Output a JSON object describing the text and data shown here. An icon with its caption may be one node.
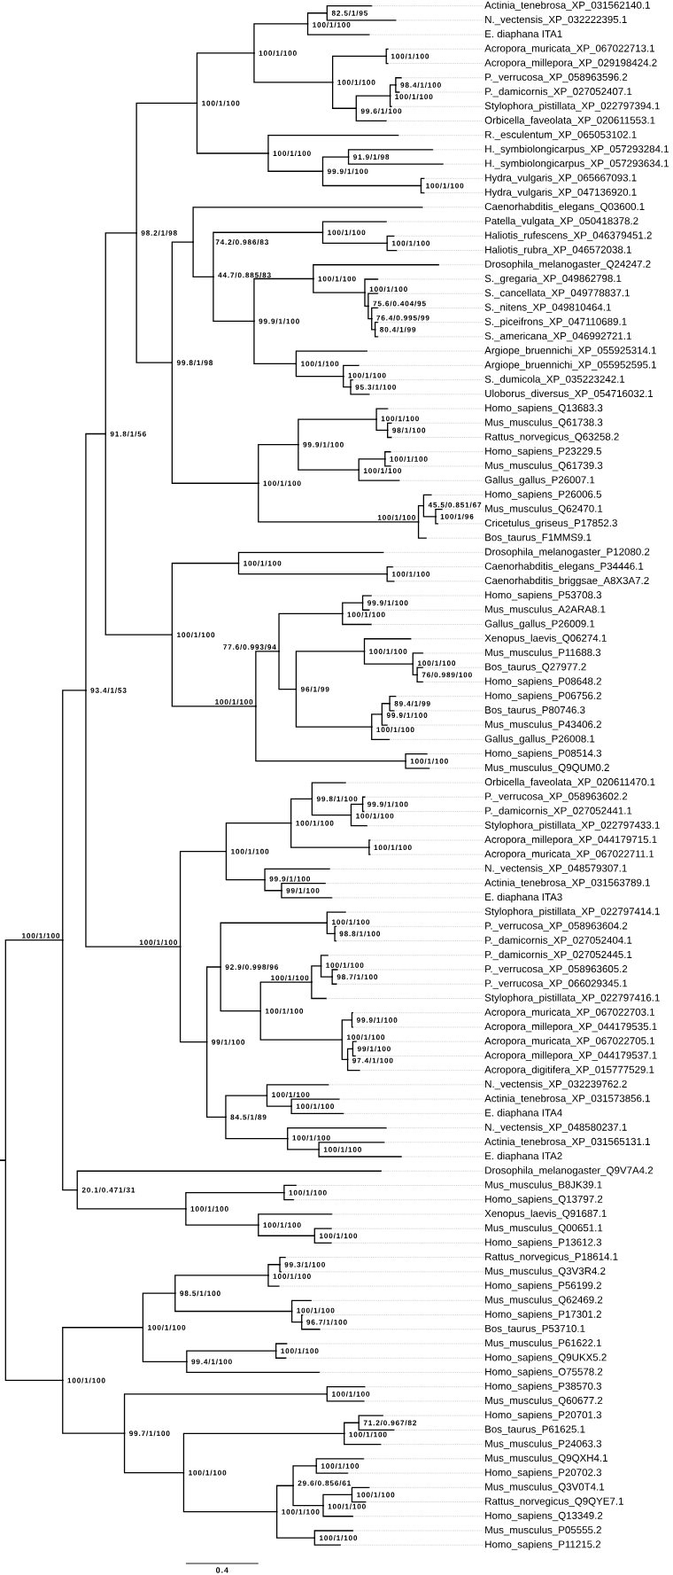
{
  "diagram": {
    "nodes": [
      {
        "text": [
          "Actinia_tenebrosa_XP_031562140.1"
        ]
      },
      {
        "text": [
          "82.5/1/95"
        ]
      },
      {
        "text": [
          "N._vectensis_XP_032222395.1"
        ]
      },
      {
        "text": [
          "100/1/100"
        ]
      },
      {
        "text": [
          "E. diaphana ITA1"
        ]
      },
      {
        "text": [
          "100/1/100"
        ]
      },
      {
        "text": [
          "Acropora_muricata_XP_067022713.1"
        ]
      },
      {
        "text": [
          "100/1/100"
        ]
      },
      {
        "text": [
          "Acropora_millepora_XP_029198424.2"
        ]
      },
      {
        "text": [
          "100/1/100"
        ]
      },
      {
        "text": [
          "P._verrucosa_XP_058963596.2"
        ]
      },
      {
        "text": [
          "98.4/1/100"
        ]
      },
      {
        "text": [
          "P._damicornis_XP_027052407.1"
        ]
      },
      {
        "text": [
          "100/1/100"
        ]
      },
      {
        "text": [
          "Stylophora_pistillata_XP_022797394.1"
        ]
      },
      {
        "text": [
          "99.6/1/100"
        ]
      },
      {
        "text": [
          "Orbicella_faveolata_XP_020611553.1"
        ]
      },
      {
        "text": [
          "100/1/100"
        ]
      },
      {
        "text": [
          "R._esculentum_XP_065053102.1"
        ]
      },
      {
        "text": [
          "100/1/100"
        ]
      },
      {
        "text": [
          "H._symbiolongicarpus_XP_057293284.1"
        ]
      },
      {
        "text": [
          "91.9/1/98"
        ]
      },
      {
        "text": [
          "H._symbiolongicarpus_XP_057293634.1"
        ]
      },
      {
        "text": [
          "99.9/1/100"
        ]
      },
      {
        "text": [
          "Hydra_vulgaris_XP_065667093.1"
        ]
      },
      {
        "text": [
          "100/1/100"
        ]
      },
      {
        "text": [
          "Hydra_vulgaris_XP_047136920.1"
        ]
      },
      {
        "text": [
          "98.2/1/98"
        ]
      },
      {
        "text": [
          "Caenorhabditis_elegans_Q03600.1"
        ]
      },
      {
        "text": [
          "74.2/0.986/83"
        ]
      },
      {
        "text": [
          "Patella_vulgata_XP_050418378.2"
        ]
      },
      {
        "text": [
          "100/1/100"
        ]
      },
      {
        "text": [
          "Haliotis_rufescens_XP_046379451.2"
        ]
      },
      {
        "text": [
          "100/1/100"
        ]
      },
      {
        "text": [
          "Haliotis_rubra_XP_046572038.1"
        ]
      },
      {
        "text": [
          "44.7/0.885/83"
        ]
      },
      {
        "text": [
          "Drosophila_melanogaster_Q24247.2"
        ]
      },
      {
        "text": [
          "100/1/100"
        ]
      },
      {
        "text": [
          "S._gregaria_XP_049862798.1"
        ]
      },
      {
        "text": [
          "100/1/100"
        ]
      },
      {
        "text": [
          "S._cancellata_XP_049778837.1"
        ]
      },
      {
        "text": [
          "75.6/0.404/95"
        ]
      },
      {
        "text": [
          "S._nitens_XP_049810464.1"
        ]
      },
      {
        "text": [
          "76.4/0.995/99"
        ]
      },
      {
        "text": [
          "S._piceifrons_XP_047110689.1"
        ]
      },
      {
        "text": [
          "80.4/1/99"
        ]
      },
      {
        "text": [
          "S._americana_XP_046992721.1"
        ]
      },
      {
        "text": [
          "99.9/1/100"
        ]
      },
      {
        "text": [
          "Argiope_bruennichi_XP_055925314.1"
        ]
      },
      {
        "text": [
          "100/1/100"
        ]
      },
      {
        "text": [
          "Argiope_bruennichi_XP_055952595.1"
        ]
      },
      {
        "text": [
          "100/1/100"
        ]
      },
      {
        "text": [
          "S._dumicola_XP_035223242.1"
        ]
      },
      {
        "text": [
          "95.3/1/100"
        ]
      },
      {
        "text": [
          "Uloborus_diversus_XP_054716032.1"
        ]
      },
      {
        "text": [
          "99.8/1/98"
        ]
      },
      {
        "text": [
          "Homo_sapiens_Q13683.3"
        ]
      },
      {
        "text": [
          "100/1/100"
        ]
      },
      {
        "text": [
          "Mus_musculus_Q61738.3"
        ]
      },
      {
        "text": [
          "98/1/100"
        ]
      },
      {
        "text": [
          "Rattus_norvegicus_Q63258.2"
        ]
      },
      {
        "text": [
          "99.9/1/100"
        ]
      },
      {
        "text": [
          "Homo_sapiens_P23229.5"
        ]
      },
      {
        "text": [
          "100/1/100"
        ]
      },
      {
        "text": [
          "Mus_musculus_Q61739.3"
        ]
      },
      {
        "text": [
          "100/1/100"
        ]
      },
      {
        "text": [
          "Gallus_gallus_P26007.1"
        ]
      },
      {
        "text": [
          "100/1/100"
        ]
      },
      {
        "text": [
          "Homo_sapiens_P26006.5"
        ]
      },
      {
        "text": [
          "45.5/0.851/67"
        ]
      },
      {
        "text": [
          "Mus_musculus_Q62470.1"
        ]
      },
      {
        "text": [
          "100/1/96"
        ]
      },
      {
        "text": [
          "Cricetulus_griseus_P17852.3"
        ]
      },
      {
        "text": [
          "100/1/100"
        ]
      },
      {
        "text": [
          "Bos_taurus_F1MMS9.1"
        ]
      },
      {
        "text": [
          "91.8/1/56"
        ]
      },
      {
        "text": [
          "Drosophila_melanogaster_P12080.2"
        ]
      },
      {
        "text": [
          "100/1/100"
        ]
      },
      {
        "text": [
          "Caenorhabditis_elegans_P34446.1"
        ]
      },
      {
        "text": [
          "100/1/100"
        ]
      },
      {
        "text": [
          "Caenorhabditis_briggsae_A8X3A7.2"
        ]
      },
      {
        "text": [
          "100/1/100"
        ]
      },
      {
        "text": [
          "Homo_sapiens_P53708.3"
        ]
      },
      {
        "text": [
          "99.9/1/100"
        ]
      },
      {
        "text": [
          "Mus_musculus_A2ARA8.1"
        ]
      },
      {
        "text": [
          "100/1/100"
        ]
      },
      {
        "text": [
          "Gallus_gallus_P26009.1"
        ]
      },
      {
        "text": [
          "77.6/0.993/94"
        ]
      },
      {
        "text": [
          "Xenopus_laevis_Q06274.1"
        ]
      },
      {
        "text": [
          "100/1/100"
        ]
      },
      {
        "text": [
          "Mus_musculus_P11688.3"
        ]
      },
      {
        "text": [
          "100/1/100"
        ]
      },
      {
        "text": [
          "Bos_taurus_Q27977.2"
        ]
      },
      {
        "text": [
          "76/0.989/100"
        ]
      },
      {
        "text": [
          "Homo_sapiens_P08648.2"
        ]
      },
      {
        "text": [
          "96/1/99"
        ]
      },
      {
        "text": [
          "Homo_sapiens_P06756.2"
        ]
      },
      {
        "text": [
          "89.4/1/99"
        ]
      },
      {
        "text": [
          "Bos_taurus_P80746.3"
        ]
      },
      {
        "text": [
          "99.9/1/100"
        ]
      },
      {
        "text": [
          "Mus_musculus_P43406.2"
        ]
      },
      {
        "text": [
          "100/1/100"
        ]
      },
      {
        "text": [
          "Gallus_gallus_P26008.1"
        ]
      },
      {
        "text": [
          "100/1/100"
        ]
      },
      {
        "text": [
          "Homo_sapiens_P08514.3"
        ]
      },
      {
        "text": [
          "100/1/100"
        ]
      },
      {
        "text": [
          "Mus_musculus_Q9QUM0.2"
        ]
      },
      {
        "text": [
          "93.4/1/53"
        ]
      },
      {
        "text": [
          "Orbicella_faveolata_XP_020611470.1"
        ]
      },
      {
        "text": [
          "99.8/1/100"
        ]
      },
      {
        "text": [
          "P._verrucosa_XP_058963602.2"
        ]
      },
      {
        "text": [
          "99.9/1/100"
        ]
      },
      {
        "text": [
          "P._damicornis_XP_027052441.1"
        ]
      },
      {
        "text": [
          "100/1/100"
        ]
      },
      {
        "text": [
          "Stylophora_pistillata_XP_022797433.1"
        ]
      },
      {
        "text": [
          "100/1/100"
        ]
      },
      {
        "text": [
          "Acropora_millepora_XP_044179715.1"
        ]
      },
      {
        "text": [
          "100/1/100"
        ]
      },
      {
        "text": [
          "Acropora_muricata_XP_067022711.1"
        ]
      },
      {
        "text": [
          "100/1/100"
        ]
      },
      {
        "text": [
          "N._vectensis_XP_048579307.1"
        ]
      },
      {
        "text": [
          "99.9/1/100"
        ]
      },
      {
        "text": [
          "Actinia_tenebrosa_XP_031563789.1"
        ]
      },
      {
        "text": [
          "99/1/100"
        ]
      },
      {
        "text": [
          "E. diaphana ITA3"
        ]
      },
      {
        "text": [
          "100/1/100"
        ]
      },
      {
        "text": [
          "Stylophora_pistillata_XP_022797414.1"
        ]
      },
      {
        "text": [
          "100/1/100"
        ]
      },
      {
        "text": [
          "P._verrucosa_XP_058963604.2"
        ]
      },
      {
        "text": [
          "98.8/1/100"
        ]
      },
      {
        "text": [
          "P._damicornis_XP_027052404.1"
        ]
      },
      {
        "text": [
          "92.9/0.998/96"
        ]
      },
      {
        "text": [
          "P._damicornis_XP_027052445.1"
        ]
      },
      {
        "text": [
          "100/1/100"
        ]
      },
      {
        "text": [
          "P._verrucosa_XP_058963605.2"
        ]
      },
      {
        "text": [
          "98.7/1/100"
        ]
      },
      {
        "text": [
          "P._verrucosa_XP_066029345.1"
        ]
      },
      {
        "text": [
          "100/1/100"
        ]
      },
      {
        "text": [
          "Stylophora_pistillata_XP_022797416.1"
        ]
      },
      {
        "text": [
          "100/1/100"
        ]
      },
      {
        "text": [
          "Acropora_muricata_XP_067022703.1"
        ]
      },
      {
        "text": [
          "99.9/1/100"
        ]
      },
      {
        "text": [
          "Acropora_millepora_XP_044179535.1"
        ]
      },
      {
        "text": [
          "100/1/100"
        ]
      },
      {
        "text": [
          "Acropora_muricata_XP_067022705.1"
        ]
      },
      {
        "text": [
          "99/1/100"
        ]
      },
      {
        "text": [
          "Acropora_millepora_XP_044179537.1"
        ]
      },
      {
        "text": [
          "97.4/1/100"
        ]
      },
      {
        "text": [
          "Acropora_digitifera_XP_015777529.1"
        ]
      },
      {
        "text": [
          "99/1/100"
        ]
      },
      {
        "text": [
          "N._vectensis_XP_032239762.2"
        ]
      },
      {
        "text": [
          "100/1/100"
        ]
      },
      {
        "text": [
          "Actinia_tenebrosa_XP_031573856.1"
        ]
      },
      {
        "text": [
          "100/1/100"
        ]
      },
      {
        "text": [
          "E. diaphana ITA4"
        ]
      },
      {
        "text": [
          "84.5/1/89"
        ]
      },
      {
        "text": [
          "N._vectensis_XP_048580237.1"
        ]
      },
      {
        "text": [
          "100/1/100"
        ]
      },
      {
        "text": [
          "Actinia_tenebrosa_XP_031565131.1"
        ]
      },
      {
        "text": [
          "100/1/100"
        ]
      },
      {
        "text": [
          "E. diaphana ITA2"
        ]
      },
      {
        "text": [
          "100/1/100"
        ]
      },
      {
        "text": [
          "Drosophila_melanogaster_Q9V7A4.2"
        ]
      },
      {
        "text": [
          "20.1/0.471/31"
        ]
      },
      {
        "text": [
          "Mus_musculus_B8JK39.1"
        ]
      },
      {
        "text": [
          "100/1/100"
        ]
      },
      {
        "text": [
          "Homo_sapiens_Q13797.2"
        ]
      },
      {
        "text": [
          "100/1/100"
        ]
      },
      {
        "text": [
          "Xenopus_laevis_Q91687.1"
        ]
      },
      {
        "text": [
          "100/1/100"
        ]
      },
      {
        "text": [
          "Mus_musculus_Q00651.1"
        ]
      },
      {
        "text": [
          "100/1/100"
        ]
      },
      {
        "text": [
          "Homo_sapiens_P13612.3"
        ]
      },
      {
        "text": [
          "Rattus_norvegicus_P18614.1"
        ]
      },
      {
        "text": [
          "99.3/1/100"
        ]
      },
      {
        "text": [
          "Mus_musculus_Q3V3R4.2"
        ]
      },
      {
        "text": [
          "100/1/100"
        ]
      },
      {
        "text": [
          "Homo_sapiens_P56199.2"
        ]
      },
      {
        "text": [
          "98.5/1/100"
        ]
      },
      {
        "text": [
          "Mus_musculus_Q62469.2"
        ]
      },
      {
        "text": [
          "100/1/100"
        ]
      },
      {
        "text": [
          "Homo_sapiens_P17301.2"
        ]
      },
      {
        "text": [
          "96.7/1/100"
        ]
      },
      {
        "text": [
          "Bos_taurus_P53710.1"
        ]
      },
      {
        "text": [
          "100/1/100"
        ]
      },
      {
        "text": [
          "Mus_musculus_P61622.1"
        ]
      },
      {
        "text": [
          "100/1/100"
        ]
      },
      {
        "text": [
          "Homo_sapiens_Q9UKX5.2"
        ]
      },
      {
        "text": [
          "99.4/1/100"
        ]
      },
      {
        "text": [
          "Homo_sapiens_O75578.2"
        ]
      },
      {
        "text": [
          "100/1/100"
        ]
      },
      {
        "text": [
          "Homo_sapiens_P38570.3"
        ]
      },
      {
        "text": [
          "100/1/100"
        ]
      },
      {
        "text": [
          "Mus_musculus_Q60677.2"
        ]
      },
      {
        "text": [
          "99.7/1/100"
        ]
      },
      {
        "text": [
          "Homo_sapiens_P20701.3"
        ]
      },
      {
        "text": [
          "71.2/0.967/82"
        ]
      },
      {
        "text": [
          "Bos_taurus_P61625.1"
        ]
      },
      {
        "text": [
          "100/1/100"
        ]
      },
      {
        "text": [
          "Mus_musculus_P24063.3"
        ]
      },
      {
        "text": [
          "100/1/100"
        ]
      },
      {
        "text": [
          "Mus_musculus_Q9QXH4.1"
        ]
      },
      {
        "text": [
          "100/1/100"
        ]
      },
      {
        "text": [
          "Homo_sapiens_P20702.3"
        ]
      },
      {
        "text": [
          "29.6/0.856/61"
        ]
      },
      {
        "text": [
          "Mus_musculus_Q3V0T4.1"
        ]
      },
      {
        "text": [
          "100/1/100"
        ]
      },
      {
        "text": [
          "Rattus_norvegicus_Q9QYE7.1"
        ]
      },
      {
        "text": [
          "100/1/100"
        ]
      },
      {
        "text": [
          "Homo_sapiens_Q13349.2"
        ]
      },
      {
        "text": [
          "100/1/100"
        ]
      },
      {
        "text": [
          "Mus_musculus_P05555.2"
        ]
      },
      {
        "text": [
          "100/1/100"
        ]
      },
      {
        "text": [
          "Homo_sapiens_P11215.2"
        ]
      }
    ],
    "edges": [
      {
        "from": null,
        "to": 161,
        "arrow": "none"
      },
      {
        "from": null,
        "to": 190,
        "arrow": "none"
      },
      {
        "from": 161,
        "to": 107,
        "arrow": "none"
      },
      {
        "from": 161,
        "to": 163,
        "arrow": "none"
      },
      {
        "from": 107,
        "to": 75,
        "arrow": "none"
      },
      {
        "from": 107,
        "to": 125,
        "arrow": "none"
      },
      {
        "from": 75,
        "to": 27,
        "arrow": "none"
      },
      {
        "from": 75,
        "to": 81,
        "arrow": "none"
      },
      {
        "from": 27,
        "to": 17,
        "arrow": "none"
      },
      {
        "from": 27,
        "to": 55,
        "arrow": "none"
      },
      {
        "from": 17,
        "to": 5,
        "arrow": "none"
      },
      {
        "from": 17,
        "to": 19,
        "arrow": "none"
      },
      {
        "from": 5,
        "to": 3,
        "arrow": "none"
      },
      {
        "from": 5,
        "to": 9,
        "arrow": "none"
      },
      {
        "from": 3,
        "to": 1,
        "arrow": "none"
      },
      {
        "from": 3,
        "to": 4,
        "arrow": "none",
        "style": "dashed",
        "color": "#acacac"
      },
      {
        "from": 1,
        "to": 0,
        "arrow": "none",
        "style": "dashed",
        "color": "#acacac"
      },
      {
        "from": 1,
        "to": 2,
        "arrow": "none",
        "style": "dashed",
        "color": "#acacac"
      },
      {
        "from": 9,
        "to": 7,
        "arrow": "none"
      },
      {
        "from": 9,
        "to": 15,
        "arrow": "none"
      },
      {
        "from": 7,
        "to": 6,
        "arrow": "none",
        "style": "dashed",
        "color": "#acacac"
      },
      {
        "from": 7,
        "to": 8,
        "arrow": "none",
        "style": "dashed",
        "color": "#acacac"
      },
      {
        "from": 15,
        "to": 13,
        "arrow": "none"
      },
      {
        "from": 15,
        "to": 16,
        "arrow": "none",
        "style": "dashed",
        "color": "#acacac"
      },
      {
        "from": 13,
        "to": 11,
        "arrow": "none"
      },
      {
        "from": 13,
        "to": 14,
        "arrow": "none",
        "style": "dashed",
        "color": "#acacac"
      },
      {
        "from": 11,
        "to": 10,
        "arrow": "none",
        "style": "dashed",
        "color": "#acacac"
      },
      {
        "from": 11,
        "to": 12,
        "arrow": "none",
        "style": "dashed",
        "color": "#acacac"
      },
      {
        "from": 19,
        "to": 18,
        "arrow": "none"
      },
      {
        "from": 19,
        "to": 23,
        "arrow": "none"
      },
      {
        "from": 23,
        "to": 21,
        "arrow": "none"
      },
      {
        "from": 23,
        "to": 25,
        "arrow": "none"
      },
      {
        "from": 21,
        "to": 20,
        "arrow": "none"
      },
      {
        "from": 21,
        "to": 22,
        "arrow": "none"
      },
      {
        "from": 25,
        "to": 24,
        "arrow": "none",
        "style": "dashed",
        "color": "#acacac"
      },
      {
        "from": 25,
        "to": 26,
        "arrow": "none",
        "style": "dashed",
        "color": "#acacac"
      },
      {
        "from": 55,
        "to": 29,
        "arrow": "none"
      },
      {
        "from": 55,
        "to": 67,
        "arrow": "none"
      },
      {
        "from": 29,
        "to": 28,
        "arrow": "none"
      },
      {
        "from": 29,
        "to": 35,
        "arrow": "none"
      },
      {
        "from": 35,
        "to": 31,
        "arrow": "none"
      },
      {
        "from": 35,
        "to": 47,
        "arrow": "none"
      },
      {
        "from": 31,
        "to": 30,
        "arrow": "none",
        "style": "dashed",
        "color": "#acacac"
      },
      {
        "from": 31,
        "to": 33,
        "arrow": "none"
      },
      {
        "from": 33,
        "to": 32,
        "arrow": "none",
        "style": "dashed",
        "color": "#acacac"
      },
      {
        "from": 33,
        "to": 34,
        "arrow": "none",
        "style": "dashed",
        "color": "#acacac"
      },
      {
        "from": 47,
        "to": 37,
        "arrow": "none"
      },
      {
        "from": 47,
        "to": 49,
        "arrow": "none"
      },
      {
        "from": 37,
        "to": 36,
        "arrow": "none"
      },
      {
        "from": 37,
        "to": 39,
        "arrow": "none"
      },
      {
        "from": 39,
        "to": 38,
        "arrow": "none",
        "style": "dashed",
        "color": "#acacac"
      },
      {
        "from": 39,
        "to": 41,
        "arrow": "none"
      },
      {
        "from": 41,
        "to": 40,
        "arrow": "none",
        "style": "dashed",
        "color": "#acacac"
      },
      {
        "from": 41,
        "to": 43,
        "arrow": "none"
      },
      {
        "from": 43,
        "to": 42,
        "arrow": "none",
        "style": "dashed",
        "color": "#acacac"
      },
      {
        "from": 43,
        "to": 45,
        "arrow": "none"
      },
      {
        "from": 45,
        "to": 44,
        "arrow": "none",
        "style": "dashed",
        "color": "#acacac"
      },
      {
        "from": 45,
        "to": 46,
        "arrow": "none",
        "style": "dashed",
        "color": "#acacac"
      },
      {
        "from": 49,
        "to": 48,
        "arrow": "none",
        "style": "dashed",
        "color": "#acacac"
      },
      {
        "from": 49,
        "to": 51,
        "arrow": "none"
      },
      {
        "from": 51,
        "to": 50,
        "arrow": "none",
        "style": "dashed",
        "color": "#acacac"
      },
      {
        "from": 51,
        "to": 53,
        "arrow": "none"
      },
      {
        "from": 53,
        "to": 52,
        "arrow": "none",
        "style": "dashed",
        "color": "#acacac"
      },
      {
        "from": 53,
        "to": 54,
        "arrow": "none",
        "style": "dashed",
        "color": "#acacac"
      },
      {
        "from": 67,
        "to": 61,
        "arrow": "none"
      },
      {
        "from": 67,
        "to": 73,
        "arrow": "none"
      },
      {
        "from": 61,
        "to": 57,
        "arrow": "none"
      },
      {
        "from": 61,
        "to": 65,
        "arrow": "none"
      },
      {
        "from": 57,
        "to": 56,
        "arrow": "none",
        "style": "dashed",
        "color": "#acacac"
      },
      {
        "from": 57,
        "to": 59,
        "arrow": "none"
      },
      {
        "from": 59,
        "to": 58,
        "arrow": "none",
        "style": "dashed",
        "color": "#acacac"
      },
      {
        "from": 59,
        "to": 60,
        "arrow": "none",
        "style": "dashed",
        "color": "#acacac"
      },
      {
        "from": 65,
        "to": 63,
        "arrow": "none"
      },
      {
        "from": 65,
        "to": 66,
        "arrow": "none",
        "style": "dashed",
        "color": "#acacac"
      },
      {
        "from": 63,
        "to": 62,
        "arrow": "none",
        "style": "dashed",
        "color": "#acacac"
      },
      {
        "from": 63,
        "to": 64,
        "arrow": "none",
        "style": "dashed",
        "color": "#acacac"
      },
      {
        "from": 73,
        "to": 69,
        "arrow": "none"
      },
      {
        "from": 73,
        "to": 74,
        "arrow": "none",
        "style": "dashed",
        "color": "#acacac"
      },
      {
        "from": 69,
        "to": 68,
        "arrow": "none",
        "style": "dashed",
        "color": "#acacac"
      },
      {
        "from": 69,
        "to": 71,
        "arrow": "none"
      },
      {
        "from": 71,
        "to": 70,
        "arrow": "none",
        "style": "dashed",
        "color": "#acacac"
      },
      {
        "from": 71,
        "to": 72,
        "arrow": "none",
        "style": "dashed",
        "color": "#acacac"
      },
      {
        "from": 81,
        "to": 77,
        "arrow": "none"
      },
      {
        "from": 81,
        "to": 103,
        "arrow": "none"
      },
      {
        "from": 77,
        "to": 76,
        "arrow": "none"
      },
      {
        "from": 77,
        "to": 79,
        "arrow": "none"
      },
      {
        "from": 79,
        "to": 78,
        "arrow": "none",
        "style": "dashed",
        "color": "#acacac"
      },
      {
        "from": 79,
        "to": 80,
        "arrow": "none",
        "style": "dashed",
        "color": "#acacac"
      },
      {
        "from": 103,
        "to": 87,
        "arrow": "none"
      },
      {
        "from": 103,
        "to": 105,
        "arrow": "none"
      },
      {
        "from": 87,
        "to": 85,
        "arrow": "none"
      },
      {
        "from": 87,
        "to": 95,
        "arrow": "none"
      },
      {
        "from": 85,
        "to": 83,
        "arrow": "none"
      },
      {
        "from": 85,
        "to": 86,
        "arrow": "none",
        "style": "dashed",
        "color": "#acacac"
      },
      {
        "from": 83,
        "to": 82,
        "arrow": "none",
        "style": "dashed",
        "color": "#acacac"
      },
      {
        "from": 83,
        "to": 84,
        "arrow": "none",
        "style": "dashed",
        "color": "#acacac"
      },
      {
        "from": 95,
        "to": 89,
        "arrow": "none"
      },
      {
        "from": 95,
        "to": 101,
        "arrow": "none"
      },
      {
        "from": 89,
        "to": 88,
        "arrow": "none",
        "style": "dashed",
        "color": "#acacac"
      },
      {
        "from": 89,
        "to": 91,
        "arrow": "none"
      },
      {
        "from": 91,
        "to": 90,
        "arrow": "none",
        "style": "dashed",
        "color": "#acacac"
      },
      {
        "from": 91,
        "to": 93,
        "arrow": "none"
      },
      {
        "from": 93,
        "to": 92,
        "arrow": "none",
        "style": "dashed",
        "color": "#acacac"
      },
      {
        "from": 93,
        "to": 94,
        "arrow": "none",
        "style": "dashed",
        "color": "#acacac"
      },
      {
        "from": 101,
        "to": 99,
        "arrow": "none"
      },
      {
        "from": 101,
        "to": 102,
        "arrow": "none",
        "style": "dashed",
        "color": "#acacac"
      },
      {
        "from": 99,
        "to": 97,
        "arrow": "none"
      },
      {
        "from": 99,
        "to": 100,
        "arrow": "none",
        "style": "dashed",
        "color": "#acacac"
      },
      {
        "from": 97,
        "to": 96,
        "arrow": "none",
        "style": "dashed",
        "color": "#acacac"
      },
      {
        "from": 97,
        "to": 98,
        "arrow": "none",
        "style": "dashed",
        "color": "#acacac"
      },
      {
        "from": 105,
        "to": 104,
        "arrow": "none",
        "style": "dashed",
        "color": "#acacac"
      },
      {
        "from": 105,
        "to": 106,
        "arrow": "none",
        "style": "dashed",
        "color": "#acacac"
      },
      {
        "from": 125,
        "to": 119,
        "arrow": "none"
      },
      {
        "from": 125,
        "to": 149,
        "arrow": "none"
      },
      {
        "from": 119,
        "to": 115,
        "arrow": "none"
      },
      {
        "from": 119,
        "to": 121,
        "arrow": "none"
      },
      {
        "from": 115,
        "to": 109,
        "arrow": "none"
      },
      {
        "from": 115,
        "to": 117,
        "arrow": "none"
      },
      {
        "from": 109,
        "to": 108,
        "arrow": "none",
        "style": "dashed",
        "color": "#acacac"
      },
      {
        "from": 109,
        "to": 113,
        "arrow": "none"
      },
      {
        "from": 113,
        "to": 111,
        "arrow": "none"
      },
      {
        "from": 113,
        "to": 114,
        "arrow": "none",
        "style": "dashed",
        "color": "#acacac"
      },
      {
        "from": 111,
        "to": 110,
        "arrow": "none",
        "style": "dashed",
        "color": "#acacac"
      },
      {
        "from": 111,
        "to": 112,
        "arrow": "none",
        "style": "dashed",
        "color": "#acacac"
      },
      {
        "from": 117,
        "to": 116,
        "arrow": "none",
        "style": "dashed",
        "color": "#acacac"
      },
      {
        "from": 117,
        "to": 118,
        "arrow": "none",
        "style": "dashed",
        "color": "#acacac"
      },
      {
        "from": 121,
        "to": 120,
        "arrow": "none",
        "style": "dashed",
        "color": "#acacac"
      },
      {
        "from": 121,
        "to": 123,
        "arrow": "none"
      },
      {
        "from": 123,
        "to": 122,
        "arrow": "none",
        "style": "dashed",
        "color": "#acacac"
      },
      {
        "from": 123,
        "to": 124,
        "arrow": "none",
        "style": "dashed",
        "color": "#acacac"
      },
      {
        "from": 149,
        "to": 131,
        "arrow": "none"
      },
      {
        "from": 149,
        "to": 155,
        "arrow": "none"
      },
      {
        "from": 131,
        "to": 127,
        "arrow": "none"
      },
      {
        "from": 131,
        "to": 139,
        "arrow": "none"
      },
      {
        "from": 127,
        "to": 126,
        "arrow": "none",
        "style": "dashed",
        "color": "#acacac"
      },
      {
        "from": 127,
        "to": 129,
        "arrow": "none"
      },
      {
        "from": 129,
        "to": 128,
        "arrow": "none",
        "style": "dashed",
        "color": "#acacac"
      },
      {
        "from": 129,
        "to": 130,
        "arrow": "none",
        "style": "dashed",
        "color": "#acacac"
      },
      {
        "from": 139,
        "to": 137,
        "arrow": "none"
      },
      {
        "from": 139,
        "to": 143,
        "arrow": "none"
      },
      {
        "from": 137,
        "to": 133,
        "arrow": "none"
      },
      {
        "from": 137,
        "to": 138,
        "arrow": "none",
        "style": "dashed",
        "color": "#acacac"
      },
      {
        "from": 133,
        "to": 132,
        "arrow": "none",
        "style": "dashed",
        "color": "#acacac"
      },
      {
        "from": 133,
        "to": 135,
        "arrow": "none"
      },
      {
        "from": 135,
        "to": 134,
        "arrow": "none",
        "style": "dashed",
        "color": "#acacac"
      },
      {
        "from": 135,
        "to": 136,
        "arrow": "none",
        "style": "dashed",
        "color": "#acacac"
      },
      {
        "from": 143,
        "to": 141,
        "arrow": "none"
      },
      {
        "from": 143,
        "to": 147,
        "arrow": "none"
      },
      {
        "from": 141,
        "to": 140,
        "arrow": "none",
        "style": "dashed",
        "color": "#acacac"
      },
      {
        "from": 141,
        "to": 142,
        "arrow": "none",
        "style": "dashed",
        "color": "#acacac"
      },
      {
        "from": 147,
        "to": 145,
        "arrow": "none"
      },
      {
        "from": 147,
        "to": 148,
        "arrow": "none",
        "style": "dashed",
        "color": "#acacac"
      },
      {
        "from": 145,
        "to": 144,
        "arrow": "none",
        "style": "dashed",
        "color": "#acacac"
      },
      {
        "from": 145,
        "to": 146,
        "arrow": "none",
        "style": "dashed",
        "color": "#acacac"
      },
      {
        "from": 155,
        "to": 151,
        "arrow": "none"
      },
      {
        "from": 155,
        "to": 157,
        "arrow": "none"
      },
      {
        "from": 151,
        "to": 150,
        "arrow": "none",
        "style": "dashed",
        "color": "#acacac"
      },
      {
        "from": 151,
        "to": 153,
        "arrow": "none"
      },
      {
        "from": 153,
        "to": 152,
        "arrow": "none",
        "style": "dashed",
        "color": "#acacac"
      },
      {
        "from": 153,
        "to": 154,
        "arrow": "none",
        "style": "dashed",
        "color": "#acacac"
      },
      {
        "from": 157,
        "to": 156,
        "arrow": "none"
      },
      {
        "from": 157,
        "to": 159,
        "arrow": "none"
      },
      {
        "from": 159,
        "to": 158,
        "arrow": "none",
        "style": "dashed",
        "color": "#acacac"
      },
      {
        "from": 159,
        "to": 160,
        "arrow": "none"
      },
      {
        "from": 163,
        "to": 162,
        "arrow": "none"
      },
      {
        "from": 163,
        "to": 167,
        "arrow": "none"
      },
      {
        "from": 167,
        "to": 165,
        "arrow": "none"
      },
      {
        "from": 167,
        "to": 169,
        "arrow": "none"
      },
      {
        "from": 165,
        "to": 164,
        "arrow": "none",
        "style": "dashed",
        "color": "#acacac"
      },
      {
        "from": 165,
        "to": 166,
        "arrow": "none",
        "style": "dashed",
        "color": "#acacac"
      },
      {
        "from": 169,
        "to": 168,
        "arrow": "none",
        "style": "dashed",
        "color": "#acacac"
      },
      {
        "from": 169,
        "to": 171,
        "arrow": "none"
      },
      {
        "from": 171,
        "to": 170,
        "arrow": "none",
        "style": "dashed",
        "color": "#acacac"
      },
      {
        "from": 171,
        "to": 172,
        "arrow": "none",
        "style": "dashed",
        "color": "#acacac"
      },
      {
        "from": 190,
        "to": 184,
        "arrow": "none"
      },
      {
        "from": 190,
        "to": 194,
        "arrow": "none"
      },
      {
        "from": 184,
        "to": 178,
        "arrow": "none"
      },
      {
        "from": 184,
        "to": 188,
        "arrow": "none"
      },
      {
        "from": 178,
        "to": 176,
        "arrow": "none"
      },
      {
        "from": 178,
        "to": 180,
        "arrow": "none"
      },
      {
        "from": 176,
        "to": 174,
        "arrow": "none"
      },
      {
        "from": 176,
        "to": 177,
        "arrow": "none",
        "style": "dashed",
        "color": "#acacac"
      },
      {
        "from": 174,
        "to": 173,
        "arrow": "none",
        "style": "dashed",
        "color": "#acacac"
      },
      {
        "from": 174,
        "to": 175,
        "arrow": "none",
        "style": "dashed",
        "color": "#acacac"
      },
      {
        "from": 180,
        "to": 179,
        "arrow": "none",
        "style": "dashed",
        "color": "#acacac"
      },
      {
        "from": 180,
        "to": 182,
        "arrow": "none"
      },
      {
        "from": 182,
        "to": 181,
        "arrow": "none",
        "style": "dashed",
        "color": "#acacac"
      },
      {
        "from": 182,
        "to": 183,
        "arrow": "none",
        "style": "dashed",
        "color": "#acacac"
      },
      {
        "from": 188,
        "to": 186,
        "arrow": "none"
      },
      {
        "from": 188,
        "to": 189,
        "arrow": "none",
        "style": "dashed",
        "color": "#acacac"
      },
      {
        "from": 186,
        "to": 185,
        "arrow": "none",
        "style": "dashed",
        "color": "#acacac"
      },
      {
        "from": 186,
        "to": 187,
        "arrow": "none",
        "style": "dashed",
        "color": "#acacac"
      },
      {
        "from": 194,
        "to": 192,
        "arrow": "none"
      },
      {
        "from": 194,
        "to": 200,
        "arrow": "none"
      },
      {
        "from": 192,
        "to": 191,
        "arrow": "none",
        "style": "dashed",
        "color": "#acacac"
      },
      {
        "from": 192,
        "to": 193,
        "arrow": "none",
        "style": "dashed",
        "color": "#acacac"
      },
      {
        "from": 200,
        "to": 198,
        "arrow": "none"
      },
      {
        "from": 200,
        "to": 210,
        "arrow": "none"
      },
      {
        "from": 198,
        "to": 196,
        "arrow": "none"
      },
      {
        "from": 198,
        "to": 199,
        "arrow": "none",
        "style": "dashed",
        "color": "#acacac"
      },
      {
        "from": 196,
        "to": 195,
        "arrow": "none",
        "style": "dashed",
        "color": "#acacac"
      },
      {
        "from": 196,
        "to": 197,
        "arrow": "none",
        "style": "dashed",
        "color": "#acacac"
      },
      {
        "from": 210,
        "to": 204,
        "arrow": "none"
      },
      {
        "from": 210,
        "to": 212,
        "arrow": "none"
      },
      {
        "from": 204,
        "to": 202,
        "arrow": "none"
      },
      {
        "from": 204,
        "to": 208,
        "arrow": "none"
      },
      {
        "from": 202,
        "to": 201,
        "arrow": "none",
        "style": "dashed",
        "color": "#acacac"
      },
      {
        "from": 202,
        "to": 203,
        "arrow": "none",
        "style": "dashed",
        "color": "#acacac"
      },
      {
        "from": 208,
        "to": 206,
        "arrow": "none"
      },
      {
        "from": 208,
        "to": 209,
        "arrow": "none",
        "style": "dashed",
        "color": "#acacac"
      },
      {
        "from": 206,
        "to": 205,
        "arrow": "none",
        "style": "dashed",
        "color": "#acacac"
      },
      {
        "from": 206,
        "to": 207,
        "arrow": "none",
        "style": "dashed",
        "color": "#acacac"
      },
      {
        "from": 212,
        "to": 211,
        "arrow": "none",
        "style": "dashed",
        "color": "#acacac"
      },
      {
        "from": 212,
        "to": 213,
        "arrow": "none",
        "style": "dashed",
        "color": "#acacac"
      }
    ],
    "labels": [
      "0.4"
    ]
  }
}
